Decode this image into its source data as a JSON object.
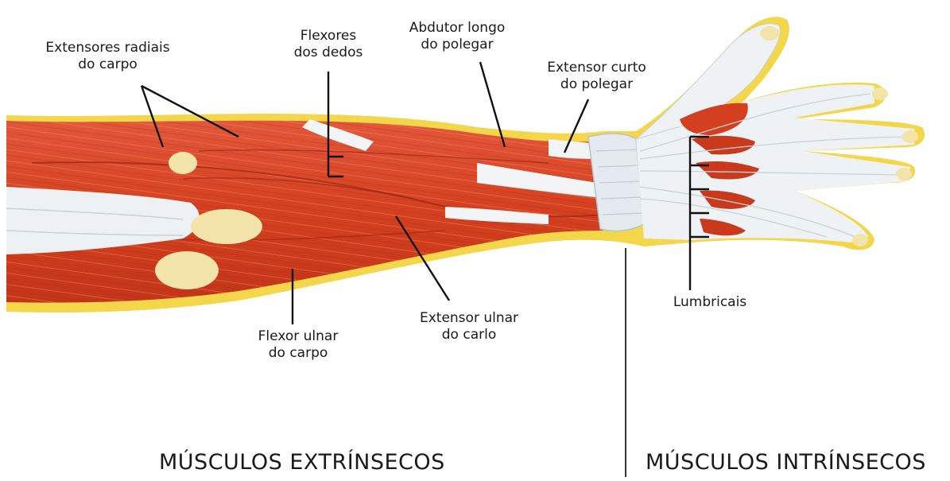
{
  "colors": {
    "muscle": "#d9442a",
    "muscle_dark": "#a82a18",
    "tendon": "#e8eef2",
    "fat": "#f3d64a",
    "bone": "#f2e3a8",
    "leader": "#111111"
  },
  "labels": {
    "ext_radiais": {
      "line1": "Extensores radiais",
      "line2": "do carpo"
    },
    "flexores": {
      "line1": "Flexores",
      "line2": "dos dedos"
    },
    "abdutor": {
      "line1": "Abdutor longo",
      "line2": "do polegar"
    },
    "ext_curto": {
      "line1": "Extensor curto",
      "line2": "do polegar"
    },
    "flexor_ulnar": {
      "line1": "Flexor ulnar",
      "line2": "do carpo"
    },
    "ext_ulnar": {
      "line1": "Extensor ulnar",
      "line2": "do carlo"
    },
    "lumbricais": {
      "line1": "Lumbricais"
    }
  },
  "sections": {
    "extrinsic": "MÚSCULOS EXTRÍNSECOS",
    "intrinsic": "MÚSCULOS INTRÍNSECOS"
  }
}
